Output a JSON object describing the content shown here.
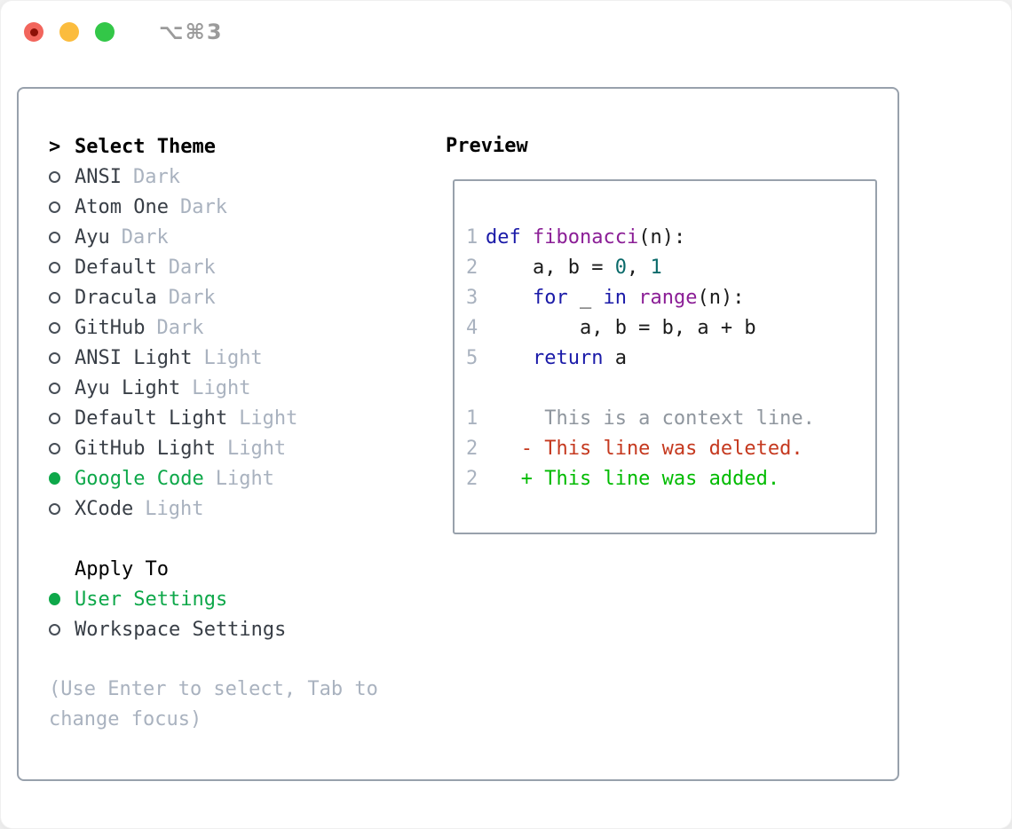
{
  "window": {
    "title": "⌥⌘3"
  },
  "colors": {
    "accent_green": "#0ea84a",
    "added_green": "#00bb00",
    "deleted_red": "#c5391f",
    "keyword": "#1a1aa8",
    "function": "#8b1e96",
    "literal": "#0a6a6a",
    "code_plain": "#1b1b1b",
    "muted": "#a9b2bf",
    "context_gray": "#8f969e",
    "item_text": "#383e46",
    "panel_border": "#98a1ac",
    "window_title": "#9b9b9b",
    "traffic_red": "#f2655c",
    "traffic_yellow": "#fbbc3e",
    "traffic_green": "#33c748"
  },
  "theme_panel": {
    "prompt": ">",
    "title": "Select Theme",
    "themes": [
      {
        "name": "ANSI",
        "variant": "Dark",
        "selected": false
      },
      {
        "name": "Atom One",
        "variant": "Dark",
        "selected": false
      },
      {
        "name": "Ayu",
        "variant": "Dark",
        "selected": false
      },
      {
        "name": "Default",
        "variant": "Dark",
        "selected": false
      },
      {
        "name": "Dracula",
        "variant": "Dark",
        "selected": false
      },
      {
        "name": "GitHub",
        "variant": "Dark",
        "selected": false
      },
      {
        "name": "ANSI Light",
        "variant": "Light",
        "selected": false
      },
      {
        "name": "Ayu Light",
        "variant": "Light",
        "selected": false
      },
      {
        "name": "Default Light",
        "variant": "Light",
        "selected": false
      },
      {
        "name": "GitHub Light",
        "variant": "Light",
        "selected": false
      },
      {
        "name": "Google Code",
        "variant": "Light",
        "selected": true
      },
      {
        "name": "XCode",
        "variant": "Light",
        "selected": false
      }
    ],
    "apply_title": "Apply To",
    "apply_options": [
      {
        "label": "User Settings",
        "selected": true
      },
      {
        "label": "Workspace Settings",
        "selected": false
      }
    ],
    "hint": "(Use Enter to select, Tab to change focus)"
  },
  "preview": {
    "title": "Preview",
    "code": [
      {
        "num": "1",
        "tokens": [
          [
            "kw",
            "def"
          ],
          [
            "pl",
            " "
          ],
          [
            "fn",
            "fibonacci"
          ],
          [
            "pl",
            "(n):"
          ]
        ]
      },
      {
        "num": "2",
        "tokens": [
          [
            "pl",
            "    a, b = "
          ],
          [
            "lit",
            "0"
          ],
          [
            "pl",
            ", "
          ],
          [
            "lit",
            "1"
          ]
        ]
      },
      {
        "num": "3",
        "tokens": [
          [
            "pl",
            "    "
          ],
          [
            "kw",
            "for"
          ],
          [
            "pl",
            " _ "
          ],
          [
            "kw",
            "in"
          ],
          [
            "pl",
            " "
          ],
          [
            "fn",
            "range"
          ],
          [
            "pl",
            "(n):"
          ]
        ]
      },
      {
        "num": "4",
        "tokens": [
          [
            "pl",
            "        a, b = b, a + b"
          ]
        ]
      },
      {
        "num": "5",
        "tokens": [
          [
            "pl",
            "    "
          ],
          [
            "kw",
            "return"
          ],
          [
            "pl",
            " a"
          ]
        ]
      }
    ],
    "diff": [
      {
        "num": "1",
        "type": "context",
        "text": "     This is a context line."
      },
      {
        "num": "2",
        "type": "deleted",
        "text": "   - This line was deleted."
      },
      {
        "num": "2",
        "type": "added",
        "text": "   + This line was added."
      }
    ]
  }
}
